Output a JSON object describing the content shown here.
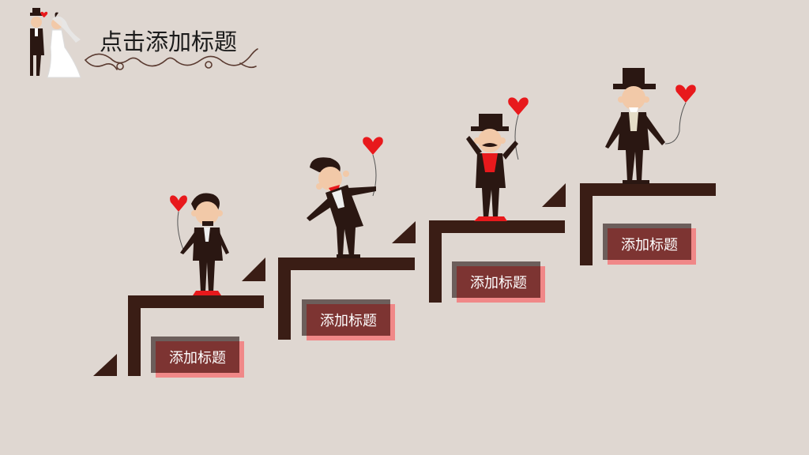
{
  "header": {
    "title": "点击添加标题"
  },
  "steps": [
    {
      "label": "添加标题"
    },
    {
      "label": "添加标题"
    },
    {
      "label": "添加标题"
    },
    {
      "label": "添加标题"
    }
  ],
  "colors": {
    "background": "#dfd7d1",
    "stair": "#3a1d15",
    "label_fill": "#7d3432",
    "label_shadow": "#f08888",
    "heart": "#e8191c"
  }
}
